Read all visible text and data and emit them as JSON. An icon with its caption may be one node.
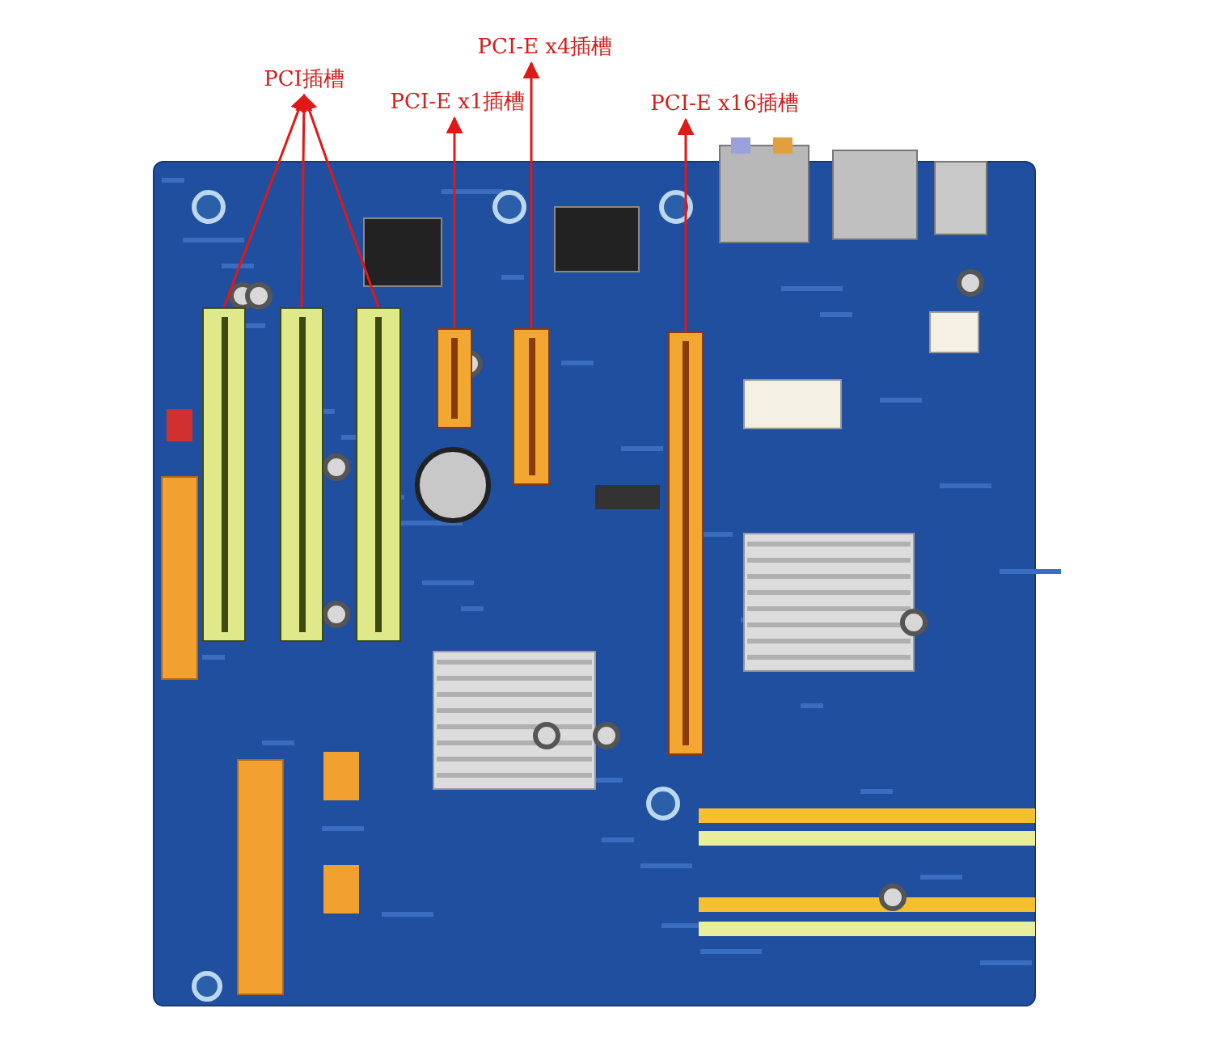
{
  "diagram": {
    "nodes": [
      {
        "text": [
          "PCI插槽"
        ]
      },
      {
        "text": [],
        "shape": "bar"
      },
      {
        "text": [],
        "shape": "bar"
      },
      {
        "text": [],
        "shape": "bar"
      },
      {
        "text": [
          "PCI-E x1插槽"
        ]
      },
      {
        "text": [],
        "shape": "bar"
      },
      {
        "text": [
          "PCI-E x4插槽"
        ]
      },
      {
        "text": [],
        "shape": "bar"
      },
      {
        "text": [
          "PCI-E x16插槽"
        ]
      },
      {
        "text": [],
        "shape": "bar"
      }
    ],
    "edges": [
      {
        "from": 1,
        "to": 0,
        "arrow": "to"
      },
      {
        "from": 2,
        "to": 0,
        "arrow": "to"
      },
      {
        "from": 3,
        "to": 0,
        "arrow": "to"
      },
      {
        "from": 5,
        "to": 4,
        "arrow": "to"
      },
      {
        "from": 7,
        "to": 6,
        "arrow": "to"
      },
      {
        "from": 9,
        "to": 8,
        "arrow": "to"
      }
    ]
  }
}
